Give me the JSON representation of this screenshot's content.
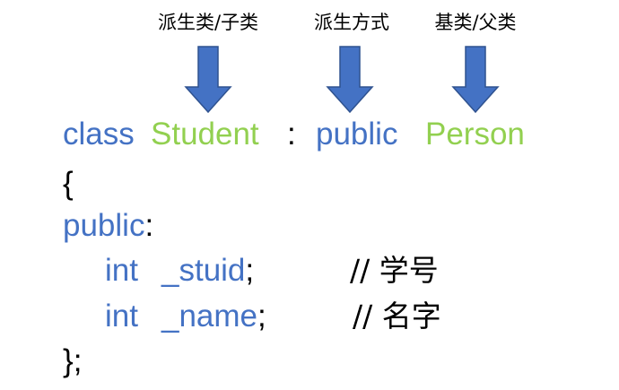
{
  "labels": {
    "derived": "派生类/子类",
    "mode": "派生方式",
    "base": "基类/父类"
  },
  "code": {
    "line1": {
      "kw_class": "class",
      "derived_name": "Student",
      "colon": ":",
      "access": "public",
      "base_name": "Person"
    },
    "open_brace": "{",
    "access_line": {
      "access": "public",
      "colon": ":"
    },
    "member1": {
      "type": "int",
      "name": "_stuid",
      "semi": ";",
      "comment": "// 学号"
    },
    "member2": {
      "type": "int",
      "name": "_name",
      "semi": ";",
      "comment": "// 名字"
    },
    "close": "};"
  },
  "colors": {
    "keyword": "#4472C4",
    "identifier": "#92D050",
    "arrow": "#4472C4",
    "arrow_outline": "#2F528F",
    "text": "#000000"
  },
  "icons": {
    "annotation_arrow": "arrow-down-icon"
  }
}
